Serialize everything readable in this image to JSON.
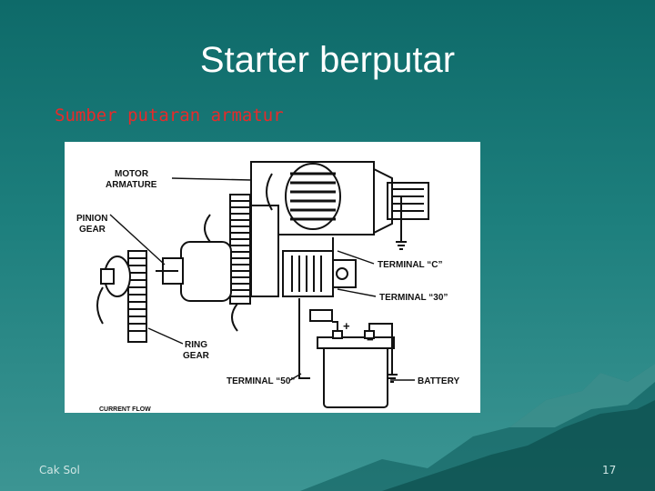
{
  "slide": {
    "title": "Starter berputar",
    "subtitle": "Sumber putaran armatur",
    "footer_left": "Cak Sol",
    "page_number": "17"
  },
  "diagram": {
    "labels": {
      "motor_armature_1": "MOTOR",
      "motor_armature_2": "ARMATURE",
      "pinion_gear_1": "PINION",
      "pinion_gear_2": "GEAR",
      "terminal_c": "TERMINAL “C”",
      "terminal_30": "TERMINAL “30”",
      "ring_gear_1": "RING",
      "ring_gear_2": "GEAR",
      "terminal_50": "TERMINAL “50”",
      "battery": "BATTERY",
      "current_flow": "CURRENT FLOW",
      "plus": "+",
      "minus": "−"
    }
  },
  "colors": {
    "background_top": "#0e6a69",
    "background_bottom": "#3c9593",
    "title": "#ffffff",
    "subtitle": "#e82a2a"
  }
}
